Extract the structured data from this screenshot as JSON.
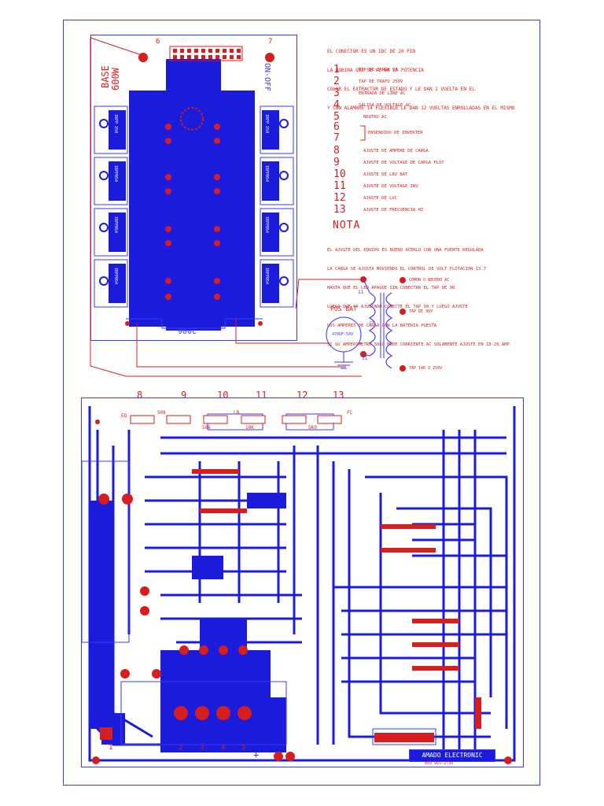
{
  "header": {
    "lines": [
      "EL CONECTOR ES UN IDC DE 20 PIN",
      "LA BOBINA QUE SE VE EN LA POTENCIA",
      "COLOR EL EXTRACTOR DE ESTADO Y LE DAN 2 VUELTA EN EL",
      "Y CON ALAMBRE 14 FLEXIBLE LE DAN 12 VUELTAS ENROLLADAS EN EL MISMO"
    ]
  },
  "board_top": {
    "title_line1": "BASE",
    "title_line2": "600W",
    "switch_label": "ON-OFF",
    "footer_code": "2006",
    "connector_labels": [
      "6",
      "7"
    ],
    "mosfet_labels": [
      "IRFP 250",
      "IRFP 250",
      "IRFP054",
      "IRFP054",
      "IRFP054",
      "IRFP054",
      "IRFP054",
      "IRFP054"
    ]
  },
  "legend": [
    {
      "num": "1",
      "text": "TAP DE CARGA 90"
    },
    {
      "num": "2",
      "text": "TAP DE TRAFO 250V"
    },
    {
      "num": "3",
      "text": "ENTRADA DE LINE AC"
    },
    {
      "num": "4",
      "text": "SALIDA DE VOLTAGE AC"
    },
    {
      "num": "5",
      "text": "NEUTRO AC"
    },
    {
      "num": "6",
      "text": "ENSENDIDO DE INVERTER"
    },
    {
      "num": "7",
      "text": ""
    },
    {
      "num": "8",
      "text": "AJUSTE DE AMPERE DE CARGA"
    },
    {
      "num": "9",
      "text": "AJUSTE DE VOLTAGE DE CARGA FLOT"
    },
    {
      "num": "10",
      "text": "AJUSTE DE LBV BAT"
    },
    {
      "num": "11",
      "text": "AJUSTE DE VOLTAGE INV"
    },
    {
      "num": "12",
      "text": "AJUSTE DE LVC"
    },
    {
      "num": "13",
      "text": "AJUSTE DE FRECUENCIA HZ"
    }
  ],
  "nota": {
    "title": "NOTA",
    "lines": [
      "EL AJUSTE DEL EQUIPO ES BUENO ACERLO CON UNA FUENTE REGULADA",
      "LA CARGA SE AJUSTA MOVIENDO EL CONTROL DE VOLT FLOTACION 13.7",
      "HASTA QUE EL LED APAGUE SIN CONECTAR EL TAP DE 90",
      "LUEGO QUE YA AJUSTADO CONECTE EL TAP 90 Y LUEGO AJUSTE",
      "LOS AMPERES DE CARGA CON LA BATERIA PUESTA",
      "SI SU AMPERIMETRO SOLO MIDE CORRIENTE AC SOLAMENTE AJUSTE EN 18-20 AMP"
    ]
  },
  "transformer": {
    "pos_bat": "POS BAT",
    "cap_label": "470UF-50V",
    "node_11_top": "11",
    "node_11_bottom": "11",
    "ct_label": "CT",
    "taps": [
      "COMUN O NEUTRO AC",
      "TAP DE 90V",
      "TAP 140 O 250V"
    ]
  },
  "board_bottom": {
    "trimmer_numbers": [
      "8",
      "9",
      "10",
      "11",
      "12",
      "13"
    ],
    "trimmer_values": [
      "EQ",
      "50k",
      "50k",
      "LB",
      "10K",
      "5K0",
      "FC"
    ],
    "bottom_numbers": [
      "1",
      "2",
      "3",
      "4",
      "5"
    ],
    "plus_sign": "+",
    "brand": "AMADO ELECTRONIC",
    "phone": "809 965-2730"
  },
  "colors": {
    "trace": "#1b1bdb",
    "silkscreen": "#d61e1e",
    "outline": "#3a3aff"
  }
}
